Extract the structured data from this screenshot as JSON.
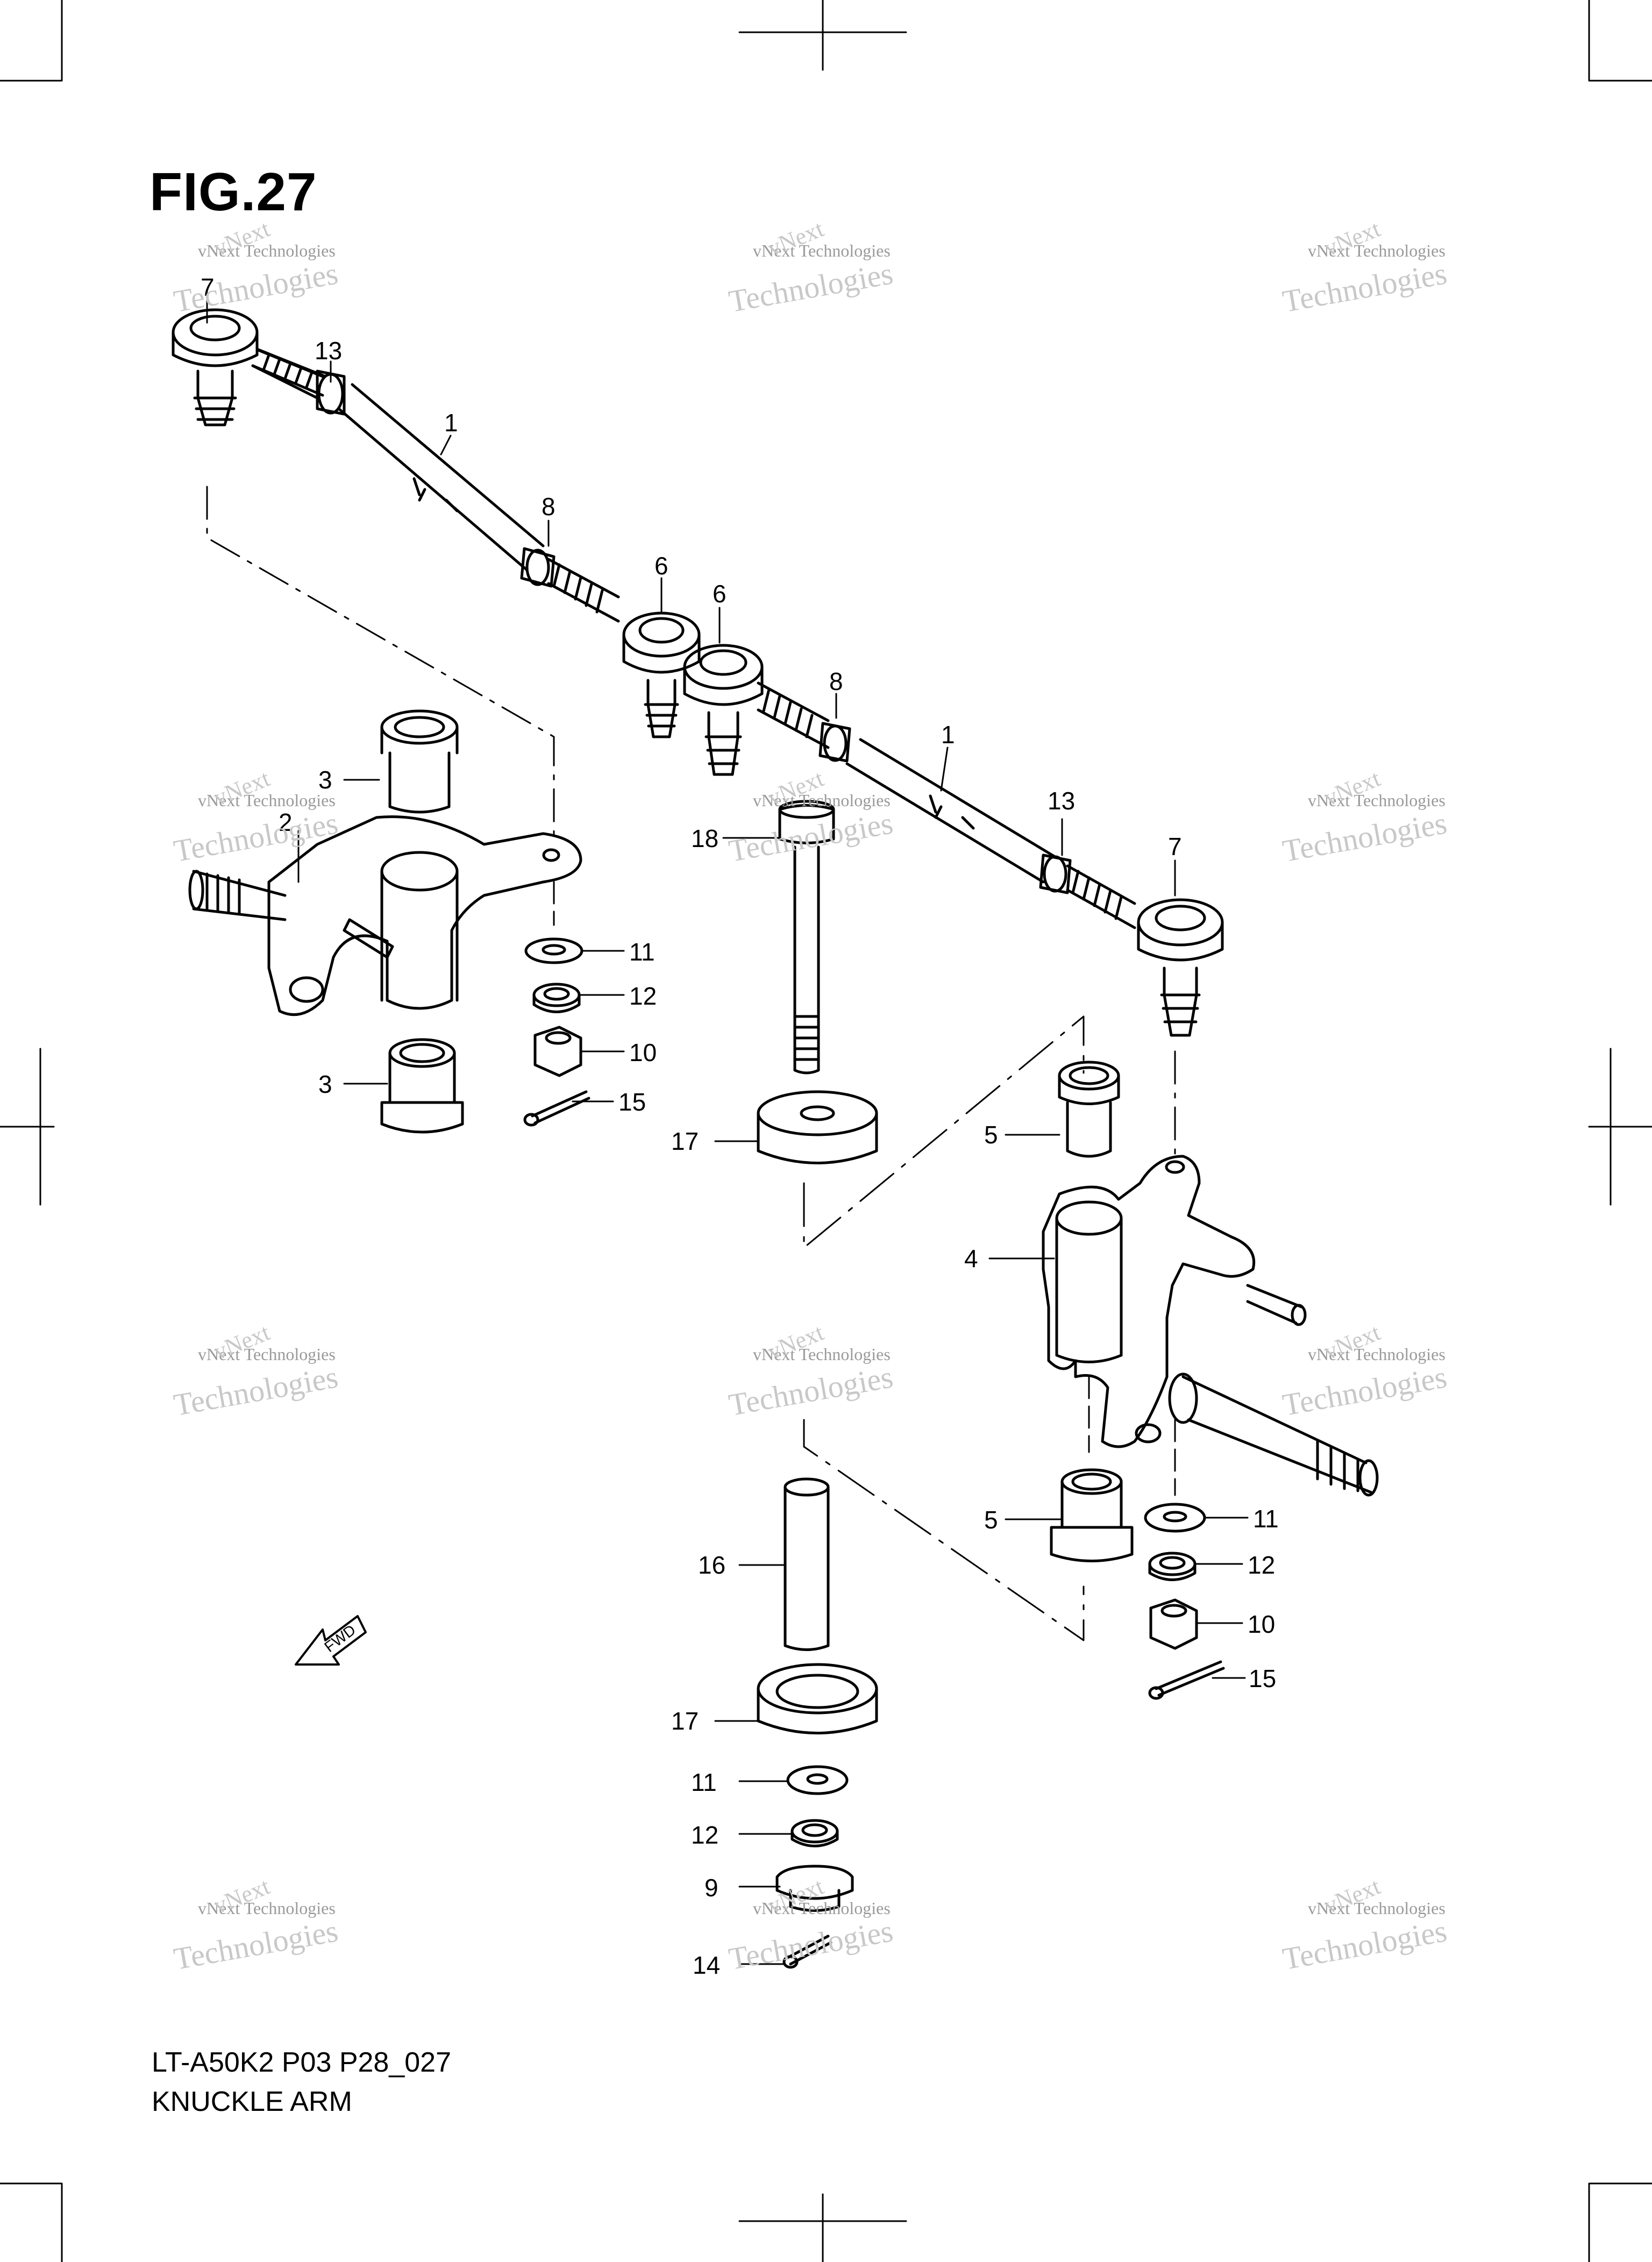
{
  "figure_title": "FIG.27",
  "caption_model": "LT-A50K2 P03 P28_027",
  "caption_name": "KNUCKLE ARM",
  "watermark": {
    "line1": "vNext Technologies",
    "line2": "vNext",
    "line3": "Technologies"
  },
  "fwd_label": "FWD",
  "callouts": {
    "c1a": "1",
    "c1b": "1",
    "c2": "2",
    "c3a": "3",
    "c3b": "3",
    "c4": "4",
    "c5a": "5",
    "c5b": "5",
    "c6a": "6",
    "c6b": "6",
    "c7a": "7",
    "c7b": "7",
    "c8a": "8",
    "c8b": "8",
    "c9": "9",
    "c10a": "10",
    "c10b": "10",
    "c11a": "11",
    "c11b": "11",
    "c11c": "11",
    "c12a": "12",
    "c12b": "12",
    "c12c": "12",
    "c13a": "13",
    "c13b": "13",
    "c14": "14",
    "c15a": "15",
    "c15b": "15",
    "c16": "16",
    "c17a": "17",
    "c17b": "17",
    "c18": "18"
  }
}
